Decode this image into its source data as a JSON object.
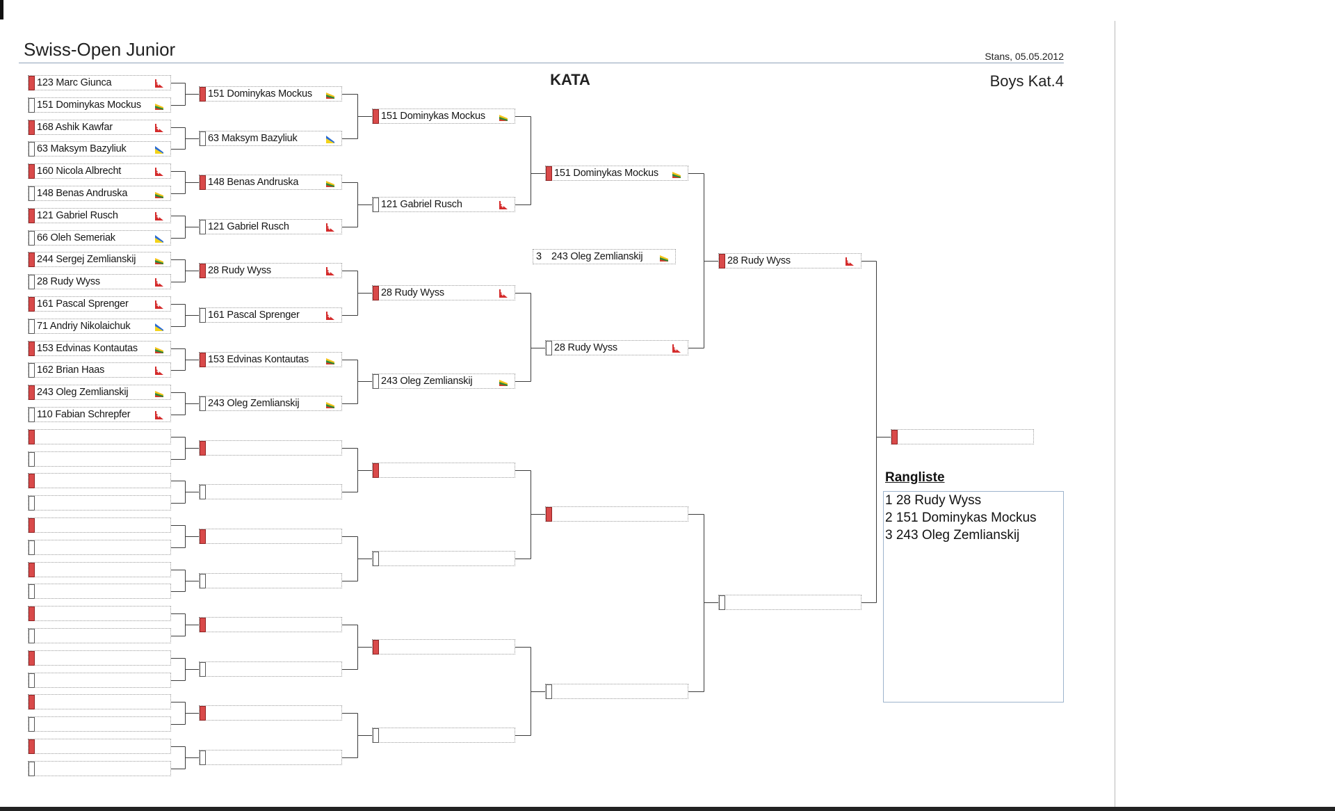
{
  "header": {
    "title": "Swiss-Open Junior",
    "place_date": "Stans, 05.05.2012",
    "discipline": "KATA",
    "category": "Boys Kat.4"
  },
  "colors": {
    "winner_marker": "#d94a4a",
    "flag_red": "#d42a2a",
    "flag_lithuania": [
      "#f3c41a",
      "#2f8a3a",
      "#d23a2a"
    ],
    "flag_ukraine": [
      "#2a6bd1",
      "#f3d31a"
    ],
    "ranking_border": "#9db4cc"
  },
  "rounds": [
    {
      "name": "round_1",
      "entries": [
        {
          "label": "123 Marc Giunca",
          "flag": "swiss-flag-icon",
          "winner": true
        },
        {
          "label": "151 Dominykas Mockus",
          "flag": "lithuania-flag-icon",
          "winner": false
        },
        {
          "label": "168 Ashik Kawfar",
          "flag": "swiss-flag-icon",
          "winner": true
        },
        {
          "label": "63 Maksym Bazyliuk",
          "flag": "ukraine-flag-icon",
          "winner": false
        },
        {
          "label": "160 Nicola Albrecht",
          "flag": "swiss-flag-icon",
          "winner": true
        },
        {
          "label": "148 Benas Andruska",
          "flag": "lithuania-flag-icon",
          "winner": false
        },
        {
          "label": "121 Gabriel Rusch",
          "flag": "swiss-flag-icon",
          "winner": true
        },
        {
          "label": "66 Oleh Semeriak",
          "flag": "ukraine-flag-icon",
          "winner": false
        },
        {
          "label": "244 Sergej Zemlianskij",
          "flag": "lithuania-flag-icon",
          "winner": true
        },
        {
          "label": "28 Rudy Wyss",
          "flag": "swiss-flag-icon",
          "winner": false
        },
        {
          "label": "161 Pascal Sprenger",
          "flag": "swiss-flag-icon",
          "winner": true
        },
        {
          "label": "71 Andriy Nikolaichuk",
          "flag": "ukraine-flag-icon",
          "winner": false
        },
        {
          "label": "153 Edvinas Kontautas",
          "flag": "lithuania-flag-icon",
          "winner": true
        },
        {
          "label": "162 Brian Haas",
          "flag": "swiss-flag-icon",
          "winner": false
        },
        {
          "label": "243 Oleg Zemlianskij",
          "flag": "lithuania-flag-icon",
          "winner": true
        },
        {
          "label": "110 Fabian Schrepfer",
          "flag": "swiss-flag-icon",
          "winner": false
        },
        {
          "label": "",
          "flag": "",
          "winner": true
        },
        {
          "label": "",
          "flag": "",
          "winner": false
        },
        {
          "label": "",
          "flag": "",
          "winner": true
        },
        {
          "label": "",
          "flag": "",
          "winner": false
        },
        {
          "label": "",
          "flag": "",
          "winner": true
        },
        {
          "label": "",
          "flag": "",
          "winner": false
        },
        {
          "label": "",
          "flag": "",
          "winner": true
        },
        {
          "label": "",
          "flag": "",
          "winner": false
        },
        {
          "label": "",
          "flag": "",
          "winner": true
        },
        {
          "label": "",
          "flag": "",
          "winner": false
        },
        {
          "label": "",
          "flag": "",
          "winner": true
        },
        {
          "label": "",
          "flag": "",
          "winner": false
        },
        {
          "label": "",
          "flag": "",
          "winner": true
        },
        {
          "label": "",
          "flag": "",
          "winner": false
        },
        {
          "label": "",
          "flag": "",
          "winner": true
        },
        {
          "label": "",
          "flag": "",
          "winner": false
        }
      ]
    },
    {
      "name": "round_2",
      "entries": [
        {
          "label": "151 Dominykas Mockus",
          "flag": "lithuania-flag-icon",
          "winner": true
        },
        {
          "label": "63 Maksym Bazyliuk",
          "flag": "ukraine-flag-icon",
          "winner": false
        },
        {
          "label": "148 Benas Andruska",
          "flag": "lithuania-flag-icon",
          "winner": true
        },
        {
          "label": "121 Gabriel Rusch",
          "flag": "swiss-flag-icon",
          "winner": false
        },
        {
          "label": "28 Rudy Wyss",
          "flag": "swiss-flag-icon",
          "winner": true
        },
        {
          "label": "161 Pascal Sprenger",
          "flag": "swiss-flag-icon",
          "winner": false
        },
        {
          "label": "153 Edvinas Kontautas",
          "flag": "lithuania-flag-icon",
          "winner": true
        },
        {
          "label": "243 Oleg Zemlianskij",
          "flag": "lithuania-flag-icon",
          "winner": false
        },
        {
          "label": "",
          "flag": "",
          "winner": true
        },
        {
          "label": "",
          "flag": "",
          "winner": false
        },
        {
          "label": "",
          "flag": "",
          "winner": true
        },
        {
          "label": "",
          "flag": "",
          "winner": false
        },
        {
          "label": "",
          "flag": "",
          "winner": true
        },
        {
          "label": "",
          "flag": "",
          "winner": false
        },
        {
          "label": "",
          "flag": "",
          "winner": true
        },
        {
          "label": "",
          "flag": "",
          "winner": false
        }
      ]
    },
    {
      "name": "round_3",
      "entries": [
        {
          "label": "151 Dominykas Mockus",
          "flag": "lithuania-flag-icon",
          "winner": true
        },
        {
          "label": "121 Gabriel Rusch",
          "flag": "swiss-flag-icon",
          "winner": false
        },
        {
          "label": "28 Rudy Wyss",
          "flag": "swiss-flag-icon",
          "winner": true
        },
        {
          "label": "243 Oleg Zemlianskij",
          "flag": "lithuania-flag-icon",
          "winner": false
        },
        {
          "label": "",
          "flag": "",
          "winner": true
        },
        {
          "label": "",
          "flag": "",
          "winner": false
        },
        {
          "label": "",
          "flag": "",
          "winner": true
        },
        {
          "label": "",
          "flag": "",
          "winner": false
        }
      ]
    },
    {
      "name": "round_4",
      "entries": [
        {
          "label": "151 Dominykas Mockus",
          "flag": "lithuania-flag-icon",
          "winner": true
        },
        {
          "label": "28 Rudy Wyss",
          "flag": "swiss-flag-icon",
          "winner": false
        },
        {
          "label": "",
          "flag": "",
          "winner": true
        },
        {
          "label": "",
          "flag": "",
          "winner": false
        }
      ]
    },
    {
      "name": "round_5",
      "entries": [
        {
          "label": "28 Rudy Wyss",
          "flag": "swiss-flag-icon",
          "winner": true
        },
        {
          "label": "",
          "flag": "",
          "winner": false
        }
      ]
    },
    {
      "name": "final",
      "entries": [
        {
          "label": "",
          "flag": "",
          "winner": true
        }
      ]
    }
  ],
  "third_place": {
    "seed": "3",
    "label": "243 Oleg Zemlianskij",
    "flag": "lithuania-flag-icon"
  },
  "ranking": {
    "title": "Rangliste",
    "rows": [
      "1 28 Rudy Wyss",
      "2 151 Dominykas Mockus",
      "3 243 Oleg Zemlianskij"
    ]
  }
}
